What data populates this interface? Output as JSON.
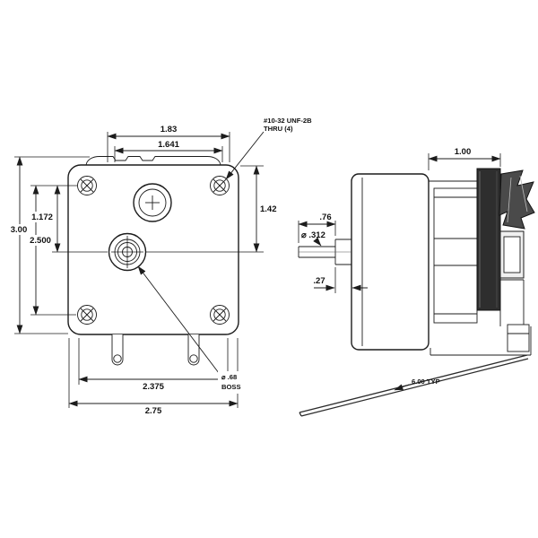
{
  "drawing": {
    "type": "technical-dimension-drawing",
    "front_dims": {
      "top_outer": "1.83",
      "top_inner": "1.641",
      "right_height": "1.42",
      "left_upper": "1.172",
      "left_mid": "2.500",
      "overall_height": "3.00",
      "bottom_inner": "2.375",
      "bottom_overall": "2.75"
    },
    "front_notes": {
      "tap_line1": "#10-32 UNF-2B",
      "tap_line2": "THRU (4)",
      "boss_line1": "⌀ .68",
      "boss_line2": "BOSS"
    },
    "side_dims": {
      "stack_length": "1.00",
      "shaft_length": ".76",
      "shaft_diameter": "⌀ .312",
      "boss_projection": ".27",
      "lead_length": "6.00 TYP"
    },
    "colors": {
      "line": "#1c1c1c",
      "dark_fill": "#2e2e2e",
      "fan_fill": "#4a4a4a",
      "background": "#ffffff"
    }
  }
}
